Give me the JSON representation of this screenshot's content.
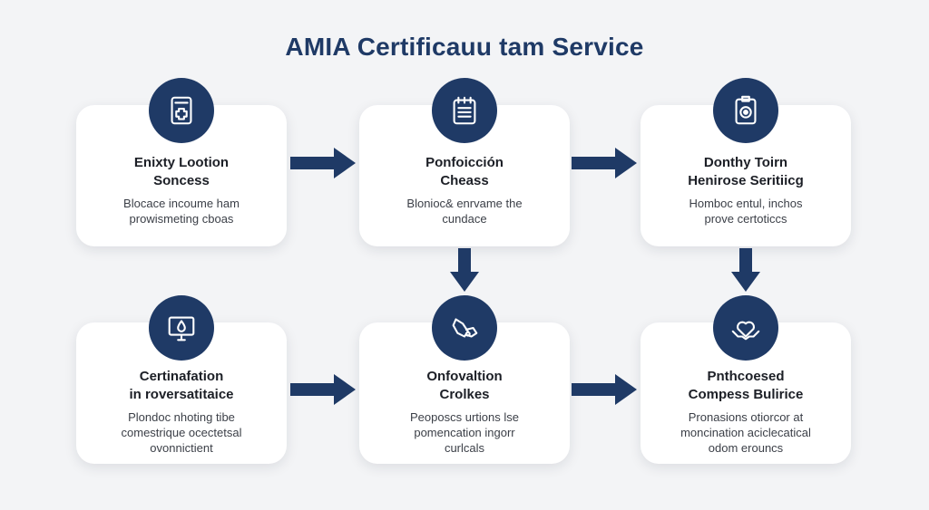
{
  "title": "AMIA Certificauu tam Service",
  "colors": {
    "accent": "#1f3a66",
    "card": "#ffffff",
    "background": "#f3f4f6"
  },
  "steps": [
    {
      "icon": "document-plus-icon",
      "title_line1": "Enixty Lootion",
      "title_line2": "Soncess",
      "desc_line1": "Blocace incoume ham",
      "desc_line2": "prowismeting cboas",
      "desc_line3": ""
    },
    {
      "icon": "notepad-list-icon",
      "title_line1": "Ponfoicción",
      "title_line2": "Cheass",
      "desc_line1": "Blonioc& enrvame the",
      "desc_line2": "cundace",
      "desc_line3": ""
    },
    {
      "icon": "badge-target-icon",
      "title_line1": "Donthy Toirn",
      "title_line2": "Henirose Seritiicg",
      "desc_line1": "Homboc entul, inchos",
      "desc_line2": "prove certoticcs",
      "desc_line3": ""
    },
    {
      "icon": "monitor-drop-icon",
      "title_line1": "Certinafation",
      "title_line2": "in roversatitaice",
      "desc_line1": "Plondoc nhoting tibe",
      "desc_line2": "comestrique ocectetsal",
      "desc_line3": "ovonnictient"
    },
    {
      "icon": "handshake-icon",
      "title_line1": "Onfovaltion",
      "title_line2": "Crolkes",
      "desc_line1": "Peoposcs urtions lse",
      "desc_line2": "pomencation ingorr",
      "desc_line3": "curlcals"
    },
    {
      "icon": "heart-hands-icon",
      "title_line1": "Pnthcoesed",
      "title_line2": "Compess Bulirice",
      "desc_line1": "Pronasions otiorcor at",
      "desc_line2": "moncination aciclecatical",
      "desc_line3": "odom erouncs"
    }
  ]
}
